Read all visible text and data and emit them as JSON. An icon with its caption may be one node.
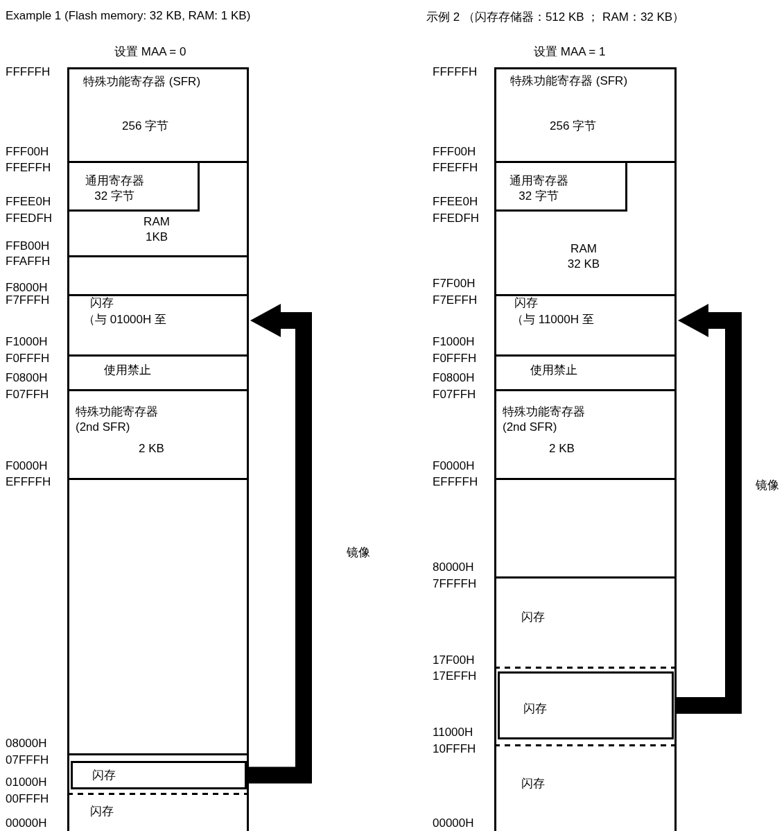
{
  "diagram": {
    "nodes": [
      {
        "text": [
          "设置 MAA = 0"
        ]
      },
      {
        "text": [
          "特殊功能寄存器 (SFR)",
          "256 字节"
        ],
        "in": 0
      },
      {
        "text": [
          "RAM 1KB"
        ],
        "in": 0
      },
      {
        "text": [
          "通用寄存器 32 字节"
        ],
        "in": 2
      },
      {
        "text": [],
        "shape": "box",
        "in": 0
      },
      {
        "text": [
          "闪存",
          "（与 01000H 至"
        ],
        "in": 0
      },
      {
        "text": [
          "使用禁止"
        ],
        "in": 0
      },
      {
        "text": [
          "特殊功能寄存器 (2nd SFR)",
          "2 KB"
        ],
        "in": 0
      },
      {
        "text": [],
        "shape": "box",
        "in": 0
      },
      {
        "text": [
          "闪存"
        ],
        "in": 0
      },
      {
        "text": [
          "闪存"
        ],
        "in": 0
      },
      {
        "text": [
          "设置 MAA = 1"
        ]
      },
      {
        "text": [
          "特殊功能寄存器 (SFR)",
          "256 字节"
        ],
        "in": 11
      },
      {
        "text": [
          "RAM 32 KB"
        ],
        "in": 11
      },
      {
        "text": [
          "通用寄存器 32 字节"
        ],
        "in": 13
      },
      {
        "text": [
          "闪存",
          "（与 11000H 至"
        ],
        "in": 11
      },
      {
        "text": [
          "使用禁止"
        ],
        "in": 11
      },
      {
        "text": [
          "特殊功能寄存器 (2nd SFR)",
          "2 KB"
        ],
        "in": 11
      },
      {
        "text": [],
        "shape": "box",
        "in": 11
      },
      {
        "text": [
          "闪存"
        ],
        "in": 11
      },
      {
        "text": [
          "闪存"
        ],
        "in": 11
      },
      {
        "text": [
          "闪存"
        ],
        "in": 11
      }
    ],
    "edges": [
      {
        "from": 9,
        "to": 5,
        "arrow": "to",
        "label": "镜像"
      },
      {
        "from": 20,
        "to": 15,
        "arrow": "to",
        "label": "镜像"
      }
    ],
    "labels": [
      "Example 1 (Flash memory: 32 KB, RAM: 1 KB)",
      "示例 2 （闪存存储器：512 KB ； RAM：32 KB）",
      "FFFFFH",
      "FFF00H",
      "FFEFFH",
      "FFEE0H",
      "FFEDFH",
      "FFB00H",
      "FFAFFH",
      "F8000H",
      "F7FFFH",
      "F1000H",
      "F0FFFH",
      "F0800H",
      "F07FFH",
      "F0000H",
      "EFFFFH",
      "08000H",
      "07FFFH",
      "01000H",
      "00FFFH",
      "00000H",
      "FFFFFH",
      "FFF00H",
      "FFEFFH",
      "FFEE0H",
      "FFEDFH",
      "F7F00H",
      "F7EFFH",
      "F1000H",
      "F0FFFH",
      "F0800H",
      "F07FFH",
      "F0000H",
      "EFFFFH",
      "80000H",
      "7FFFFH",
      "17F00H",
      "17EFFH",
      "11000H",
      "10FFFH",
      "00000H"
    ]
  }
}
